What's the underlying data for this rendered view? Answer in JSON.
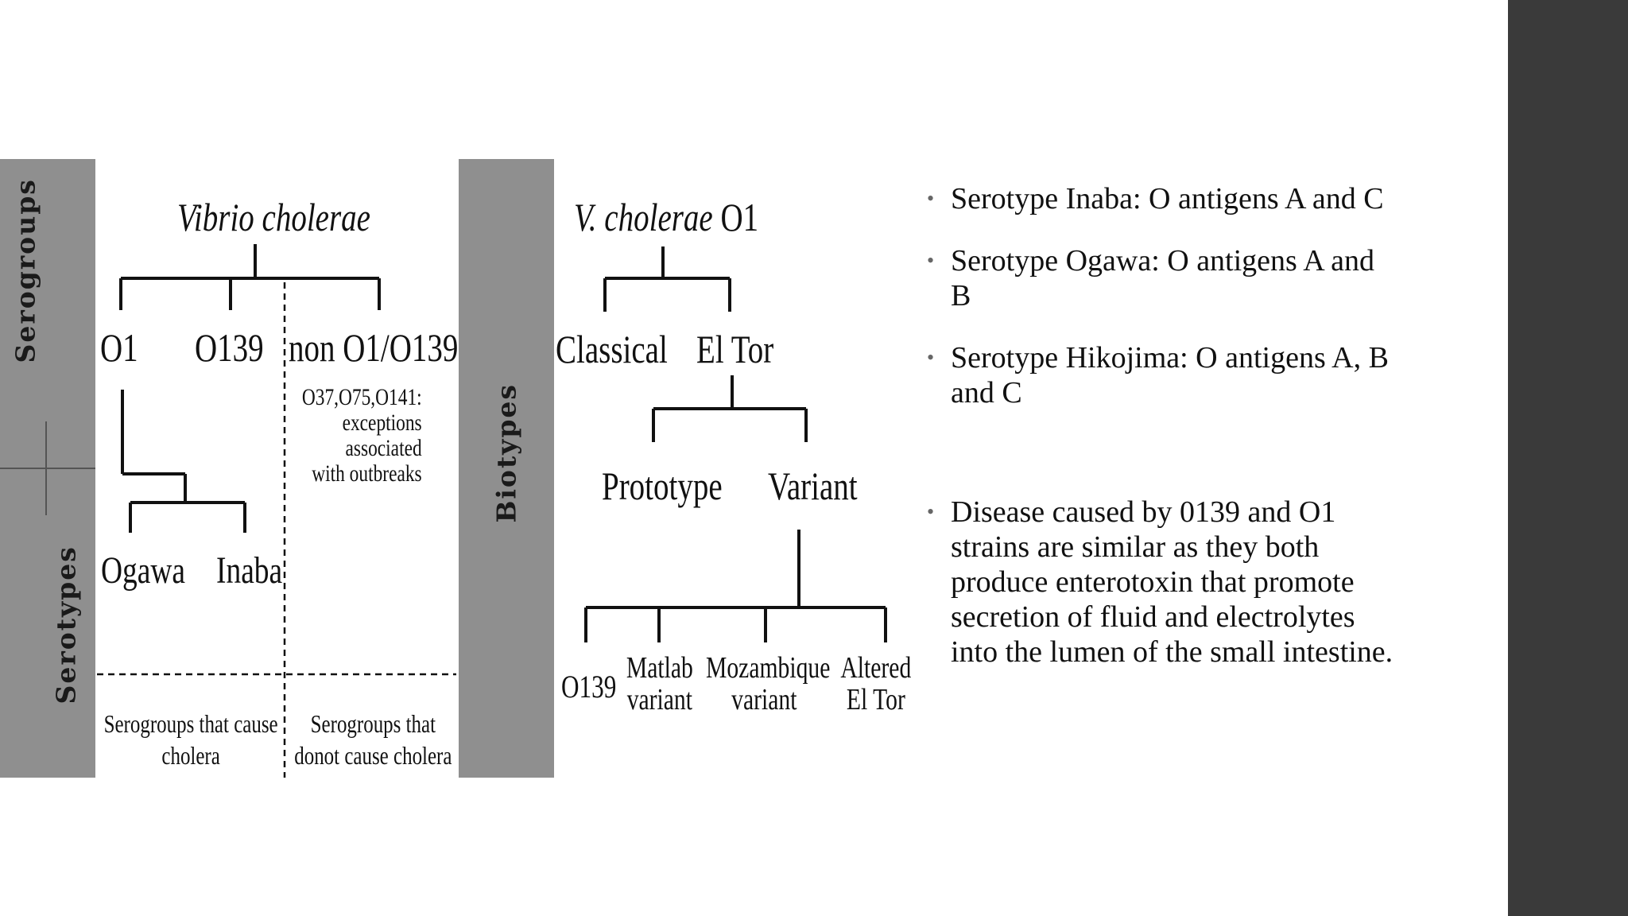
{
  "diagram": {
    "row_labels": {
      "serogroups": "Serogroups",
      "serotypes": "Serotypes",
      "biotypes": "Biotypes"
    },
    "left_tree": {
      "root": "Vibrio cholerae",
      "groups": [
        "O1",
        "O139",
        "non O1/O139"
      ],
      "non_o1_note": "O37,O75,O141:\nexceptions associated\nwith outbreaks",
      "serotypes": [
        "Ogawa",
        "Inaba"
      ],
      "footer_left": "Serogroups that cause\ncholera",
      "footer_right": "Serogroups that\ndonot cause cholera"
    },
    "right_tree": {
      "root_italic": "V. cholerae",
      "root_suffix": " O1",
      "biotypes": [
        "Classical",
        "El Tor"
      ],
      "el_tor_children": [
        "Prototype",
        "Variant"
      ],
      "variant_children": [
        "O139",
        "Matlab\nvariant",
        "Mozambique\nvariant",
        "Altered\nEl Tor"
      ]
    }
  },
  "bullets": [
    "Serotype Inaba: O antigens A and C",
    "Serotype Ogawa: O antigens A and B",
    "Serotype Hikojima: O antigens A, B and C",
    "Disease caused by 0139 and O1 strains are similar as they both produce enterotoxin that promote secretion of fluid and electrolytes into the lumen of the small intestine."
  ],
  "colors": {
    "side_band": "#3a3a3a",
    "label_band": "#8f8f8f"
  }
}
